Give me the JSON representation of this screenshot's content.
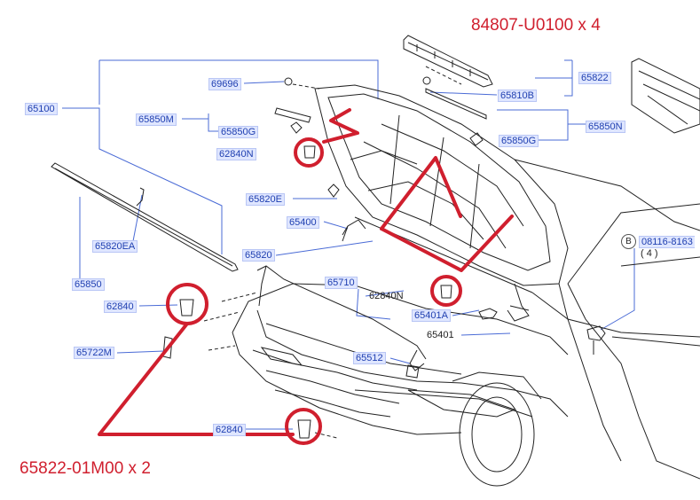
{
  "diagram": {
    "annotations": {
      "top_right": "84807-U0100 x 4",
      "bottom_left": "65822-01M00 x 2"
    },
    "parts": {
      "p69696": "69696",
      "p65100": "65100",
      "p65850M": "65850M",
      "p65850G_left": "65850G",
      "p62840N_top": "62840N",
      "p65822": "65822",
      "p65810B": "65810B",
      "p65850N": "65850N",
      "p65850G_right": "65850G",
      "p65820E": "65820E",
      "p65400": "65400",
      "p65820EA": "65820EA",
      "p65820": "65820",
      "p65850": "65850",
      "p65710": "65710",
      "p62840N_mid": "62840N",
      "p62840_left": "62840",
      "p65401A": "65401A",
      "p65401": "65401",
      "p65722M": "65722M",
      "p65512": "65512",
      "p62840_bottom": "62840",
      "p08116": "08116-8163",
      "qty_08116": "( 4 )",
      "badge_B": "B"
    },
    "colors": {
      "label_text": "#1f3fb0",
      "label_bg": "#dfe6ff",
      "annotation_red": "#d01f2e",
      "line_art": "#222222",
      "leader_blue": "#4a6bd6"
    }
  }
}
